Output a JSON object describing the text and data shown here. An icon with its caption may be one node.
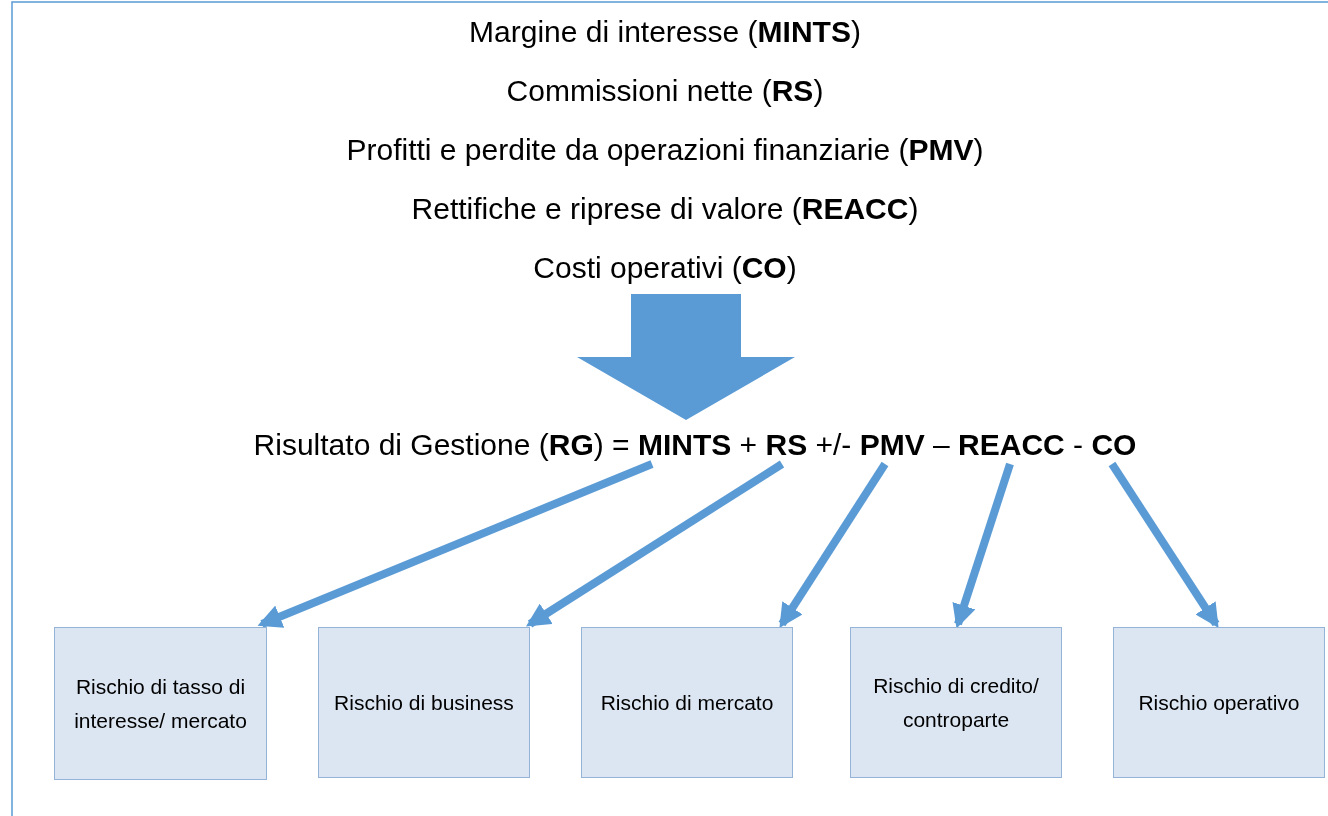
{
  "diagram": {
    "nodes": [
      {
        "text": [
          "Margine di interesse (**MINTS**)",
          "Commissioni nette (**RS**)",
          "Profitti e perdite da operazioni finanziarie (**PMV**)",
          "Rettifiche e riprese di valore (**REACC**)",
          "Costi operativi  (**CO**)"
        ]
      },
      {
        "text": [
          "Risultato di Gestione (**RG**) = **MINTS** + **RS** +/- **PMV** – **REACC** - **CO**"
        ]
      },
      {
        "text": [
          "Rischio di tasso di interesse/ mercato"
        ]
      },
      {
        "text": [
          "Rischio di business"
        ]
      },
      {
        "text": [
          "Rischio di mercato"
        ]
      },
      {
        "text": [
          "Rischio di credito/ controparte"
        ]
      },
      {
        "text": [
          "Rischio operativo"
        ]
      }
    ],
    "edges": [
      {
        "from": 0,
        "to": 1,
        "arrow": "to"
      },
      {
        "from": 1,
        "to": 2,
        "arrow": "to"
      },
      {
        "from": 1,
        "to": 3,
        "arrow": "to"
      },
      {
        "from": 1,
        "to": 4,
        "arrow": "to"
      },
      {
        "from": 1,
        "to": 5,
        "arrow": "to"
      },
      {
        "from": 1,
        "to": 6,
        "arrow": "to"
      }
    ]
  }
}
